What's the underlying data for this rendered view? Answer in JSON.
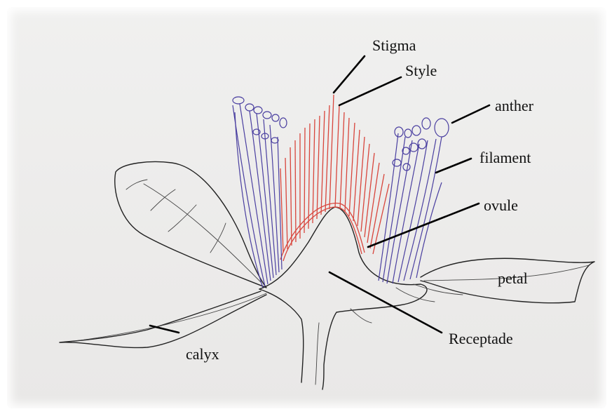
{
  "labels": {
    "stigma": "Stigma",
    "style": "Style",
    "anther": "anther",
    "filament": "filament",
    "ovule": "ovule",
    "petal": "petal",
    "receptacle": "Receptade",
    "calyx": "calyx"
  },
  "colors": {
    "pistil_ink": "#d8453c",
    "stamen_ink": "#4a3fa0",
    "pencil": "#222222",
    "paper": "#eeedeb"
  }
}
